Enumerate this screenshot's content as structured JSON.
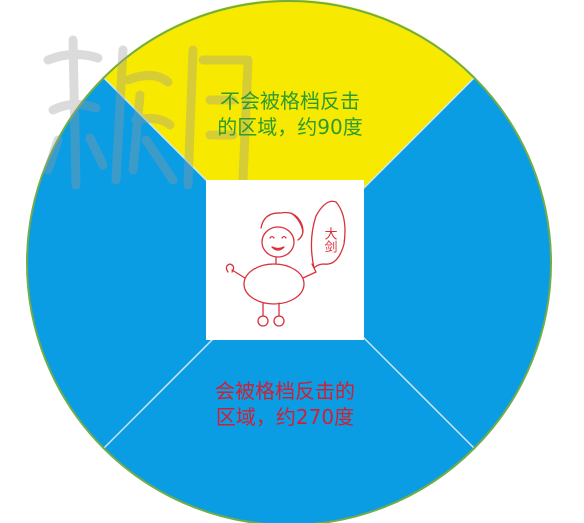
{
  "colors": {
    "yellow_sector": "#F7EA00",
    "blue_sector": "#0B9DE3",
    "rim": "#70AD47",
    "divider": "#CFE6F5",
    "green_text": "#2E9B2E",
    "red_text": "#D01F35",
    "sketch": "#D9303A"
  },
  "sectors": [
    {
      "name": "no-counter",
      "angle_deg": 90,
      "color": "yellow"
    },
    {
      "name": "counter",
      "angle_deg": 270,
      "color": "blue"
    }
  ],
  "labels": {
    "top_line1": "不会被格档反击",
    "top_line2": "的区域，约90度",
    "bottom_line1": "会被格档反击的",
    "bottom_line2": "区域，约270度"
  },
  "sketch": {
    "speech_text": "大剑"
  },
  "watermark": {
    "icon": "brush-calligraphy-watermark"
  }
}
